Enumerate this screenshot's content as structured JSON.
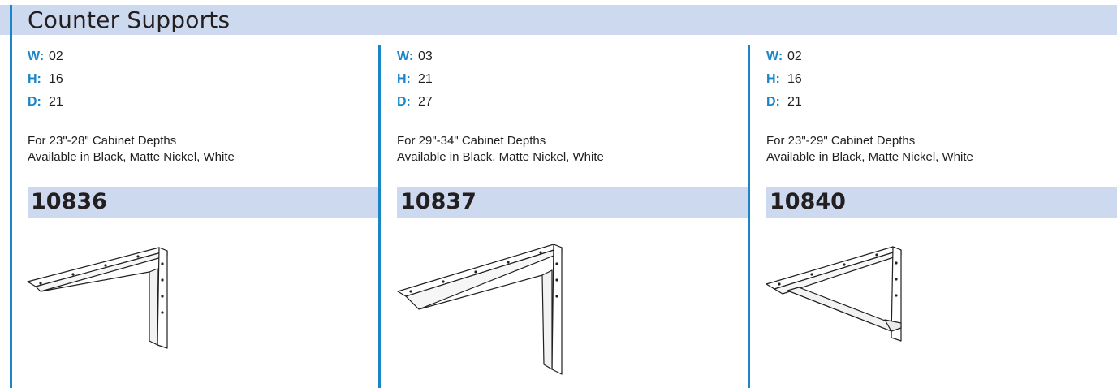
{
  "header": {
    "title": "Counter Supports"
  },
  "products": [
    {
      "dims": [
        {
          "k": "W:",
          "v": "02"
        },
        {
          "k": "H:",
          "v": "16"
        },
        {
          "k": "D:",
          "v": "21"
        }
      ],
      "line1": "For 23\"-28\" Cabinet Depths",
      "line2": "Available in Black, Matte Nickel, White",
      "model": "10836"
    },
    {
      "dims": [
        {
          "k": "W:",
          "v": "03"
        },
        {
          "k": "H:",
          "v": "21"
        },
        {
          "k": "D:",
          "v": "27"
        }
      ],
      "line1": "For 29\"-34\" Cabinet Depths",
      "line2": "Available in Black, Matte Nickel, White",
      "model": "10837"
    },
    {
      "dims": [
        {
          "k": "W:",
          "v": "02"
        },
        {
          "k": "H:",
          "v": "16"
        },
        {
          "k": "D:",
          "v": "21"
        }
      ],
      "line1": "For 23\"-29\" Cabinet Depths",
      "line2": "Available in Black, Matte Nickel, White",
      "model": "10840"
    }
  ],
  "colors": {
    "accent": "#1a86c8",
    "band": "#cdd9ef",
    "text": "#231f20"
  }
}
